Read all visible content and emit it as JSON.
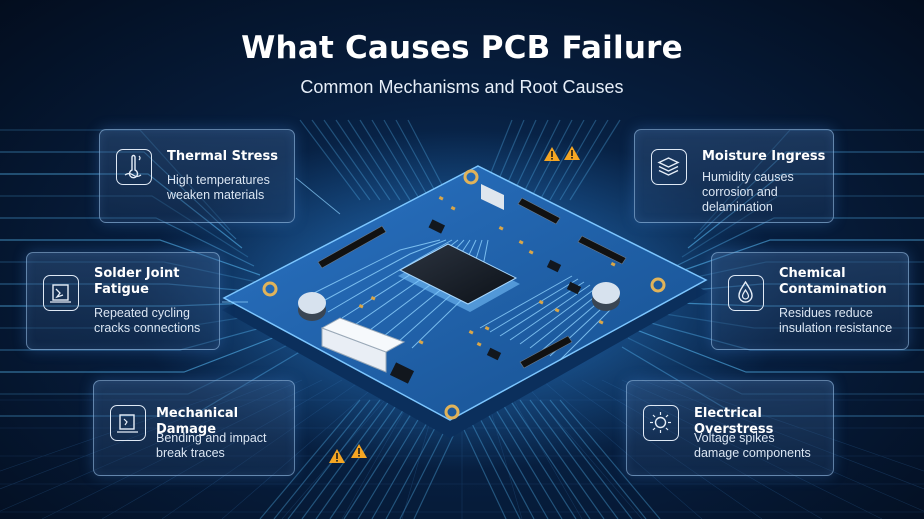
{
  "heading": {
    "title": "What Causes PCB Failure",
    "subtitle": "Common Mechanisms and Root Causes"
  },
  "colors": {
    "background": "#071f40",
    "board": "#1f5fa8",
    "trace": "#5ec4ff",
    "warning": "#f5a623"
  },
  "causes": [
    {
      "id": "thermal",
      "title": "Thermal Stress",
      "description": "High temperatures\nweaken materials",
      "icon": "thermometer-icon"
    },
    {
      "id": "moisture",
      "title": "Moisture Ingress",
      "description": "Humidity causes\ncorrosion and\ndelamination",
      "icon": "layers-icon"
    },
    {
      "id": "solder",
      "title": "Solder Joint\nFatigue",
      "description": "Repeated cycling\ncracks connections",
      "icon": "solder-joint-icon"
    },
    {
      "id": "chemical",
      "title": "Chemical\nContamination",
      "description": "Residues reduce\ninsulation resistance",
      "icon": "flame-drop-icon"
    },
    {
      "id": "mechanical",
      "title": "Mechanical Damage",
      "description": "Bending and impact\nbreak traces",
      "icon": "board-bend-icon"
    },
    {
      "id": "electrical",
      "title": "Electrical Overstress",
      "description": "Voltage spikes\ndamage components",
      "icon": "spark-chip-icon"
    }
  ]
}
